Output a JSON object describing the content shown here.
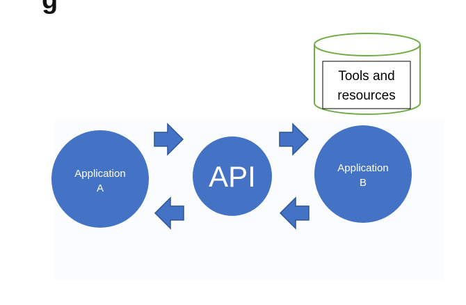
{
  "heading_partial": "g",
  "colors": {
    "circle_fill": "#4472C4",
    "arrow_fill": "#4472C4",
    "arrow_stroke": "#2F5597",
    "cylinder_stroke": "#70AD47",
    "cylinder_fill": "#ffffff",
    "text_on_circle": "#ffffff"
  },
  "nodes": {
    "app_a": {
      "line1": "Application",
      "line2": "A"
    },
    "api": {
      "label": "API"
    },
    "app_b": {
      "line1": "Application",
      "line2": "B"
    }
  },
  "resources": {
    "line1": "Tools and",
    "line2": "resources"
  },
  "arrows": [
    {
      "name": "arrow-a-to-api",
      "direction": "right"
    },
    {
      "name": "arrow-api-to-b",
      "direction": "right"
    },
    {
      "name": "arrow-api-to-a",
      "direction": "left"
    },
    {
      "name": "arrow-b-to-api",
      "direction": "left"
    }
  ]
}
